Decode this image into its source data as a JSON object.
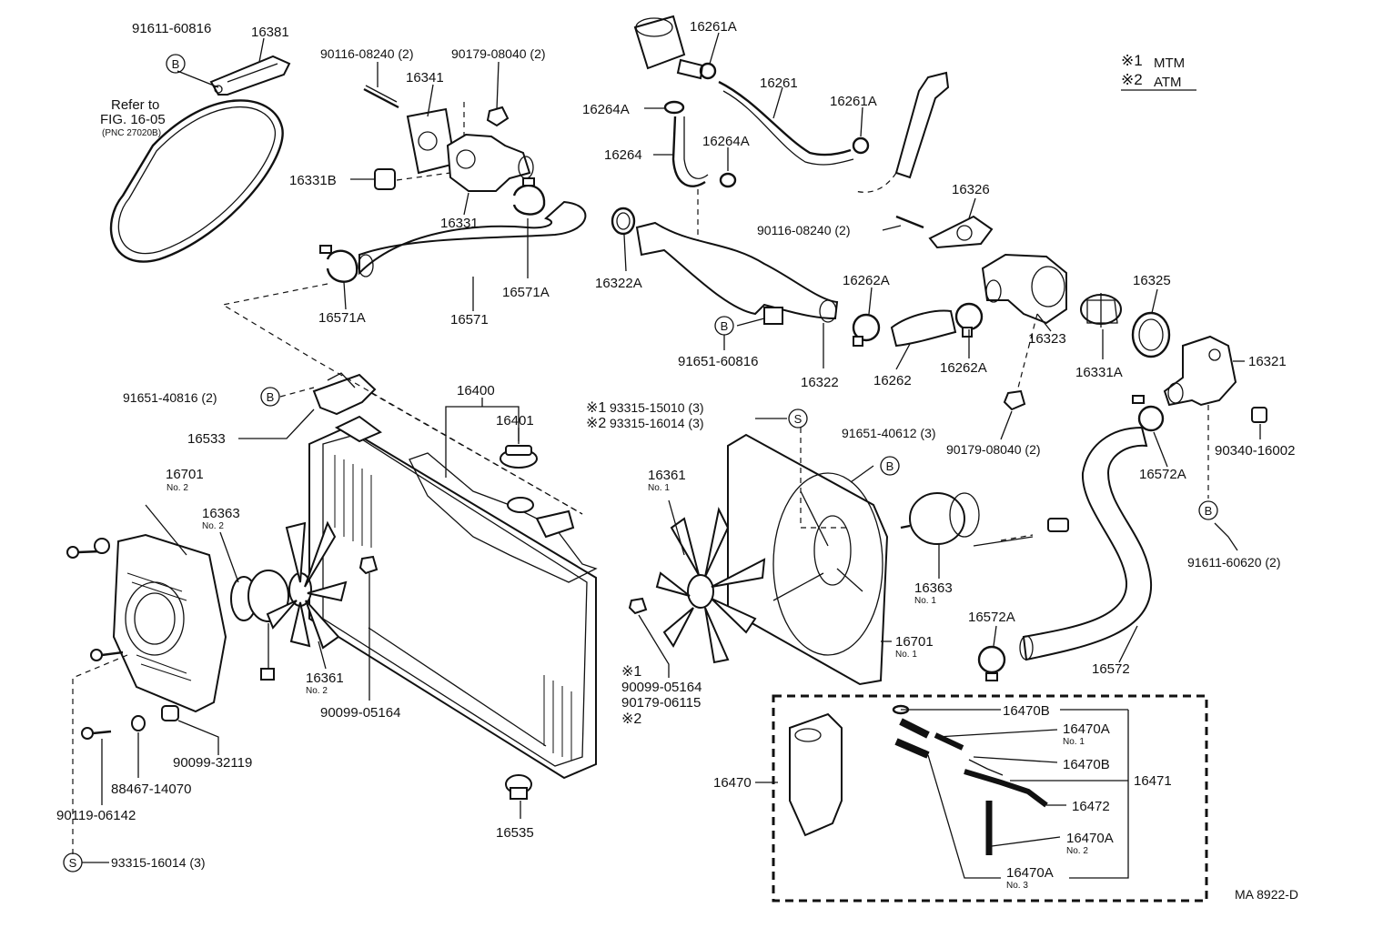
{
  "legend": {
    "marker1": "※1",
    "label1": "MTM",
    "marker2": "※2",
    "label2": "ATM"
  },
  "diagram_code": "MA 8922-D",
  "note": {
    "line1": "Refer to",
    "line2": "FIG. 16-05",
    "line3": "(PNC 27020B)"
  },
  "symbols": {
    "bolt": "B",
    "screw": "S"
  },
  "labels": {
    "l91611_60816": "91611-60816",
    "l16381": "16381",
    "l90116_08240_a": "90116-08240 (2)",
    "l90179_08040_a": "90179-08040 (2)",
    "l16341": "16341",
    "l16331B": "16331B",
    "l16331": "16331",
    "l16571A_a": "16571A",
    "l16571": "16571",
    "l16571A_b": "16571A",
    "l16261A_a": "16261A",
    "l16264A_a": "16264A",
    "l16261": "16261",
    "l16261A_b": "16261A",
    "l16264": "16264",
    "l16264A_b": "16264A",
    "l16322A": "16322A",
    "l91651_60816": "91651-60816",
    "l16322": "16322",
    "l16262A_a": "16262A",
    "l16262": "16262",
    "l16262A_b": "16262A",
    "l16326": "16326",
    "l90116_08240_b": "90116-08240 (2)",
    "l16323": "16323",
    "l16325": "16325",
    "l16331A": "16331A",
    "l16321": "16321",
    "l90179_08040_b": "90179-08040 (2)",
    "l16572A_a": "16572A",
    "l90340_16002": "90340-16002",
    "l91611_60620": "91611-60620 (2)",
    "l91651_40816": "91651-40816 (2)",
    "l16533": "16533",
    "l16400": "16400",
    "l16401": "16401",
    "l93315_15010": "93315-15010 (3)",
    "l93315_16014_b": "93315-16014 (3)",
    "l91651_40612": "91651-40612 (3)",
    "l16701_no2": "16701",
    "l16363_no2": "16363",
    "l16361_no1": "16361",
    "l16363_no1": "16363",
    "l16701_no1": "16701",
    "l16572A_b": "16572A",
    "l16572": "16572",
    "l16361_no2": "16361",
    "l90099_05164_a": "90099-05164",
    "l90099_05164_b": "90099-05164",
    "l90179_06115": "90179-06115",
    "l90099_32119": "90099-32119",
    "l88467_14070": "88467-14070",
    "l90119_06142": "90119-06142",
    "l93315_16014_a": "93315-16014 (3)",
    "l16535": "16535",
    "l16470B_a": "16470B",
    "l16470A_no1": "16470A",
    "l16470B_b": "16470B",
    "l16471": "16471",
    "l16470": "16470",
    "l16472": "16472",
    "l16470A_no2": "16470A",
    "l16470A_no3": "16470A"
  },
  "sublabels": {
    "no1": "No. 1",
    "no2": "No. 2",
    "no3": "No. 3"
  }
}
